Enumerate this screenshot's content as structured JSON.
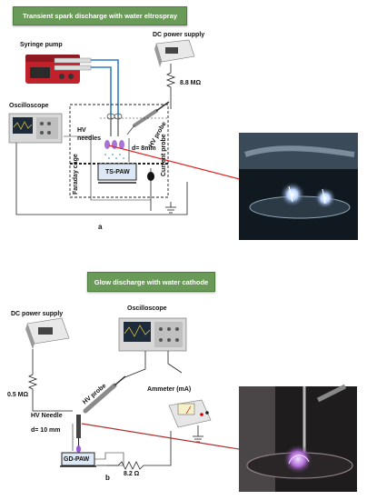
{
  "panel_a": {
    "banner": "Transient spark discharge with water eltrospray",
    "syringe_pump": "Syringe pump",
    "dc_power_supply": "DC power supply",
    "resistor": "8.8 MΩ",
    "oscilloscope": "Oscilloscope",
    "hv_needles": "HV\nneedles",
    "hv_probe": "HV probe",
    "gap": "d= 8mm",
    "current_probe": "Current probe",
    "faraday_cage": "Faraday cage",
    "liquid": "TS-PAW",
    "letter": "a"
  },
  "panel_b": {
    "banner": "Glow discharge with water cathode",
    "dc_power_supply": "DC power supply",
    "oscilloscope": "Oscilloscope",
    "resistor": "0.5 MΩ",
    "hv_probe": "HV probe",
    "ammeter": "Ammeter (mA)",
    "hv_needle": "HV Needle",
    "gap": "d= 10 mm",
    "liquid": "GD-PAW",
    "shunt": "8.2 Ω",
    "letter": "b"
  },
  "colors": {
    "banner_green": "#6a9a58",
    "connector_red": "#e02020",
    "tube_blue": "#2f7fc8",
    "wire": "#222222",
    "plasma_purple": "#9b59d0"
  }
}
